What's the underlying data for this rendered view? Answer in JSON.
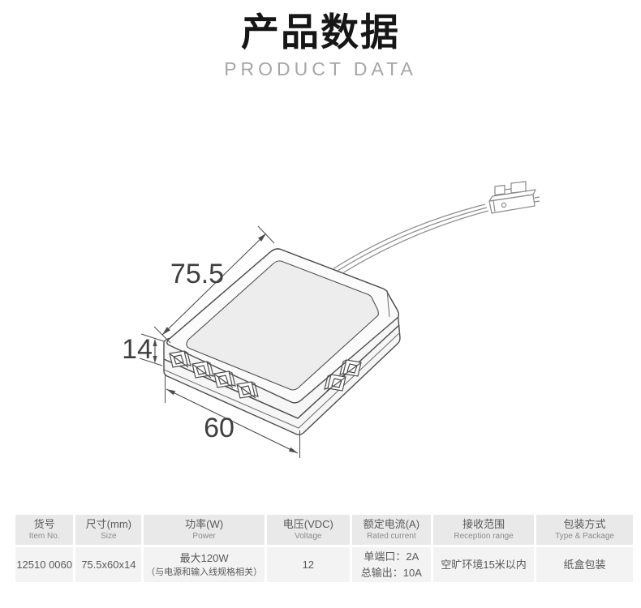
{
  "header": {
    "title_zh": "产品数据",
    "title_en": "PRODUCT DATA"
  },
  "diagram": {
    "dims": {
      "length": "75.5",
      "height": "14",
      "width": "60"
    }
  },
  "table": {
    "columns": [
      {
        "zh": "货号",
        "en": "Item No.",
        "value": "12510 0060"
      },
      {
        "zh": "尺寸(mm)",
        "en": "Size",
        "value": "75.5x60x14"
      },
      {
        "zh": "功率(W)",
        "en": "Power",
        "value": "最大120W",
        "value2": "（与电源和输入线规格相关）"
      },
      {
        "zh": "电压(VDC)",
        "en": "Voltage",
        "value": "12"
      },
      {
        "zh": "额定电流(A)",
        "en": "Rated current",
        "value": "单端口：2A",
        "value2": "总输出：10A"
      },
      {
        "zh": "接收范围",
        "en": "Reception range",
        "value": "空旷环境15米以内"
      },
      {
        "zh": "包装方式",
        "en": "Type & Package",
        "value": "纸盒包装"
      }
    ]
  },
  "colors": {
    "title_text": "#161616",
    "subtitle_text": "#a6a6a6",
    "table_header_bg": "#e9e9e9",
    "table_row_bg": "#f3f3f3",
    "table_text": "#595959",
    "line_dark": "#4d4d4d",
    "line_light": "#8f8f8f"
  }
}
